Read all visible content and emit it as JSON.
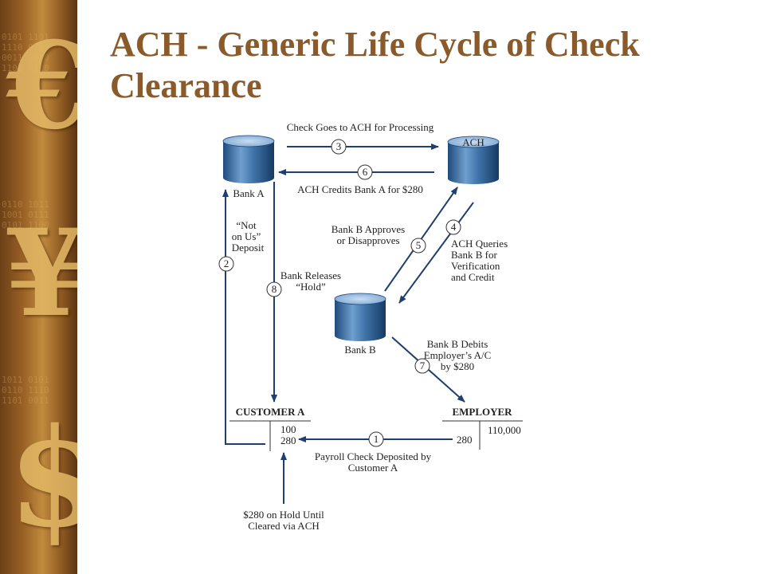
{
  "slide": {
    "title": "ACH - Generic Life Cycle of Check Clearance",
    "sidebar_symbols": [
      "€",
      "¥",
      "$"
    ],
    "colors": {
      "title": "#8b5a2b",
      "arrow": "#1f3f6e",
      "cylinder": "#3f73a8"
    }
  },
  "diagram": {
    "nodes": {
      "bank_a": "Bank A",
      "ach": "ACH",
      "bank_b": "Bank B",
      "customer_a": "CUSTOMER A",
      "employer": "EMPLOYER"
    },
    "ledgers": {
      "customer_a": [
        "100",
        "280"
      ],
      "employer_debit": "280",
      "employer_credit": "110,000"
    },
    "steps": [
      {
        "num": "1",
        "lines": [
          "Payroll Check Deposited by",
          "Customer A"
        ]
      },
      {
        "num": "2",
        "lines": [
          "“Not",
          "on Us”",
          "Deposit"
        ]
      },
      {
        "num": "3",
        "lines": [
          "Check Goes to ACH for Processing"
        ]
      },
      {
        "num": "4",
        "lines": [
          "ACH Queries",
          "Bank B for",
          "Verification",
          "and Credit"
        ]
      },
      {
        "num": "5",
        "lines": [
          "Bank B Approves",
          "or Disapproves"
        ]
      },
      {
        "num": "6",
        "lines": [
          "ACH Credits Bank A for $280"
        ]
      },
      {
        "num": "7",
        "lines": [
          "Bank B Debits",
          "Employer’s A/C",
          "by $280"
        ]
      },
      {
        "num": "8",
        "lines": [
          "Bank Releases",
          "“Hold”"
        ]
      }
    ],
    "hold_note": [
      "$280 on Hold Until",
      "Cleared via ACH"
    ]
  }
}
